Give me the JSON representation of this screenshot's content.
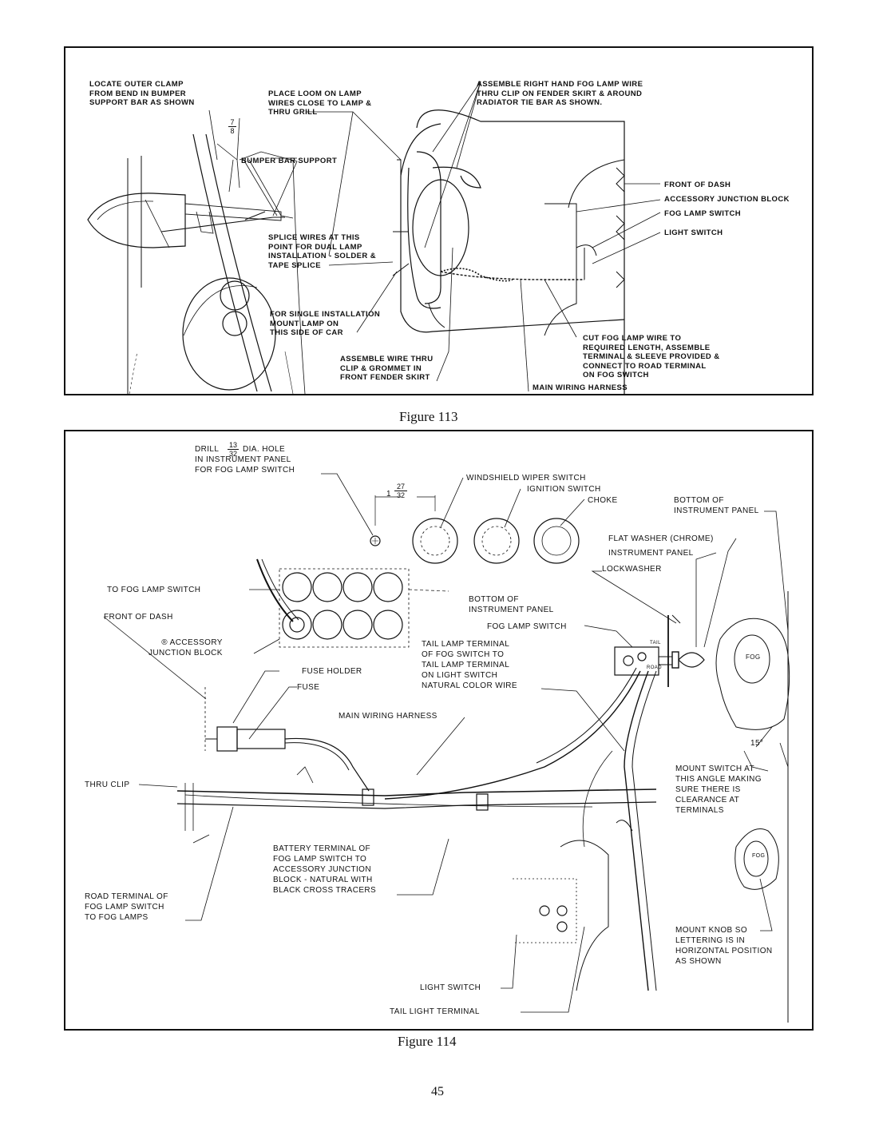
{
  "figure113": {
    "caption": "Figure 113",
    "labels": {
      "outer_clamp": "LOCATE OUTER CLAMP\nFROM BEND IN BUMPER\nSUPPORT BAR AS SHOWN",
      "place_loom": "PLACE LOOM ON LAMP\nWIRES CLOSE TO LAMP &\nTHRU GRILL",
      "assemble_right": "ASSEMBLE RIGHT HAND FOG LAMP WIRE\nTHRU CLIP ON FENDER SKIRT & AROUND\nRADIATOR TIE BAR AS SHOWN.",
      "dim_num": "7",
      "dim_den": "8",
      "bumper_bar_support": "BUMPER BAR SUPPORT",
      "front_of_dash": "FRONT OF DASH",
      "accessory_junction_block": "ACCESSORY JUNCTION BLOCK",
      "fog_lamp_switch": "FOG LAMP SWITCH",
      "light_switch": "LIGHT SWITCH",
      "splice_wires": "SPLICE WIRES AT THIS\nPOINT FOR DUAL LAMP\nINSTALLATION - SOLDER &\nTAPE SPLICE",
      "single_install": "FOR SINGLE INSTALLATION\nMOUNT LAMP ON\nTHIS SIDE OF CAR",
      "assemble_thru_clip": "ASSEMBLE WIRE THRU\nCLIP & GROMMET IN\nFRONT FENDER SKIRT",
      "cut_fog_lamp": "CUT FOG LAMP WIRE TO\nREQUIRED LENGTH, ASSEMBLE\nTERMINAL & SLEEVE PROVIDED &\nCONNECT TO ROAD TERMINAL\nON FOG SWITCH",
      "main_wiring_harness": "MAIN WIRING HARNESS"
    }
  },
  "figure114": {
    "caption": "Figure 114",
    "labels": {
      "drill_pre": "DRILL",
      "drill_num": "13",
      "drill_den": "32",
      "drill_post": "DIA. HOLE",
      "drill_rest": "IN INSTRUMENT PANEL\nFOR FOG LAMP SWITCH",
      "spacing_whole": "1",
      "spacing_num": "27",
      "spacing_den": "32",
      "windshield_wiper": "WINDSHIELD WIPER SWITCH",
      "ignition_switch": "IGNITION SWITCH",
      "choke": "CHOKE",
      "bottom_panel_right": "BOTTOM OF\nINSTRUMENT PANEL",
      "flat_washer": "FLAT WASHER (CHROME)",
      "instrument_panel": "INSTRUMENT PANEL",
      "lockwasher": "LOCKWASHER",
      "to_fog_lamp_switch": "TO FOG LAMP SWITCH",
      "front_of_dash": "FRONT OF DASH",
      "bottom_panel_mid": "BOTTOM OF\nINSTRUMENT PANEL",
      "fog_lamp_switch": "FOG LAMP SWITCH",
      "accessory_junction": "® ACCESSORY\nJUNCTION BLOCK",
      "tail_lamp_terminal": "TAIL LAMP TERMINAL\nOF FOG SWITCH TO\nTAIL LAMP TERMINAL\nON LIGHT SWITCH\nNATURAL COLOR WIRE",
      "fuse_holder": "FUSE HOLDER",
      "fuse": "FUSE",
      "main_wiring_harness": "MAIN WIRING HARNESS",
      "thru_clip": "THRU CLIP",
      "angle": "15°",
      "mount_switch": "MOUNT SWITCH AT\nTHIS ANGLE MAKING\nSURE THERE IS\nCLEARANCE AT\nTERMINALS",
      "battery_terminal": "BATTERY TERMINAL OF\nFOG LAMP SWITCH TO\nACCESSORY JUNCTION\nBLOCK - NATURAL WITH\nBLACK CROSS TRACERS",
      "road_terminal": "ROAD TERMINAL OF\nFOG LAMP SWITCH\nTO FOG LAMPS",
      "mount_knob": "MOUNT KNOB SO\nLETTERING IS IN\nHORIZONTAL POSITION\nAS SHOWN",
      "light_switch": "LIGHT SWITCH",
      "tail_light_terminal": "TAIL LIGHT TERMINAL",
      "switch_tail": "TAIL",
      "switch_road": "ROAD",
      "knob_text": "FOG"
    }
  },
  "page_number": "45"
}
